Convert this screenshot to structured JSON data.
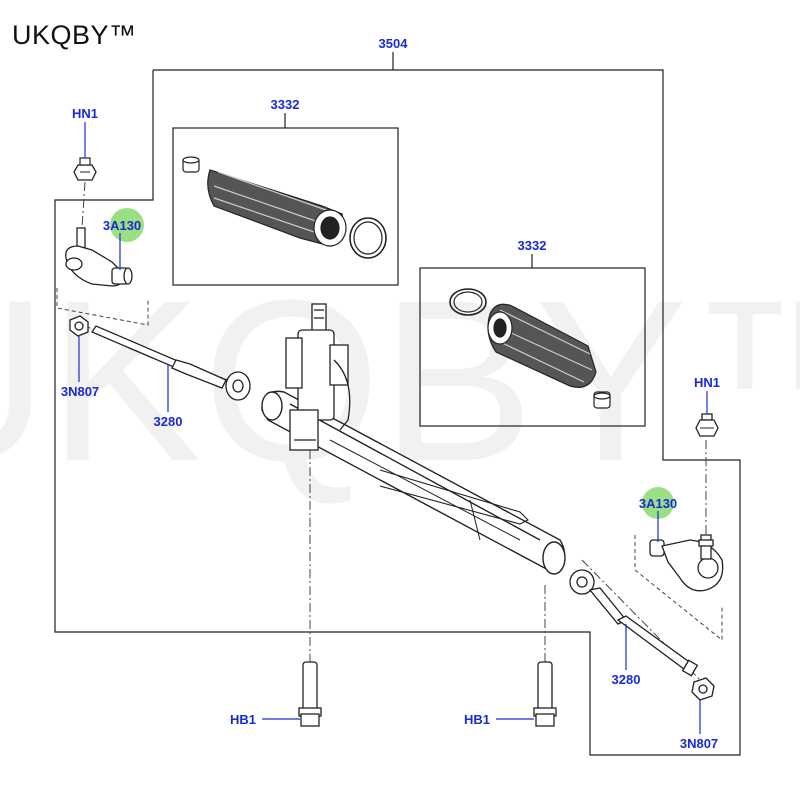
{
  "brand": {
    "text": "UKQBY™",
    "watermark": "UKQBY™"
  },
  "colors": {
    "label": "#1a2ad4",
    "highlight": "#7ad45a",
    "line": "#222222"
  },
  "callouts": {
    "assembly": "3504",
    "boot_kit_left": "3332",
    "boot_kit_right": "3332",
    "nut_left": "HN1",
    "nut_right": "HN1",
    "tie_rod_end_left": "3A130",
    "tie_rod_end_right": "3A130",
    "jam_nut_left": "3N807",
    "jam_nut_right": "3N807",
    "inner_rod_left": "3280",
    "inner_rod_right": "3280",
    "bolt_left": "HB1",
    "bolt_right": "HB1"
  }
}
